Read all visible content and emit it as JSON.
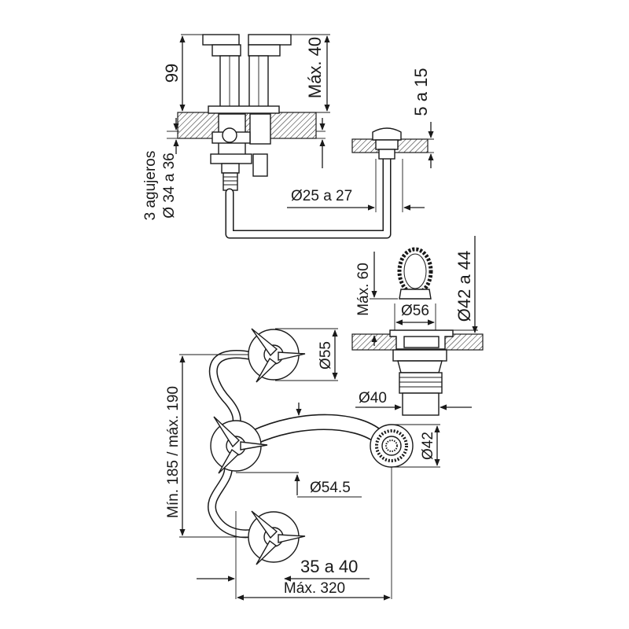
{
  "dimensions": {
    "height_99": "99",
    "max_40": "Máx. 40",
    "range_5_15": "5 a 15",
    "holes": "3 agujeros",
    "holes_diameter": "Ø 34 a 36",
    "pipe_diameter": "Ø25 a 27",
    "max_60": "Máx. 60",
    "d56": "Ø56",
    "d42_44": "Ø42 a 44",
    "d55": "Ø55",
    "d40": "Ø40",
    "min_max": "Mín. 185 / máx. 190",
    "d42": "Ø42",
    "d54_5": "Ø54.5",
    "range_35_40": "35 a 40",
    "max_320": "Máx. 320"
  }
}
